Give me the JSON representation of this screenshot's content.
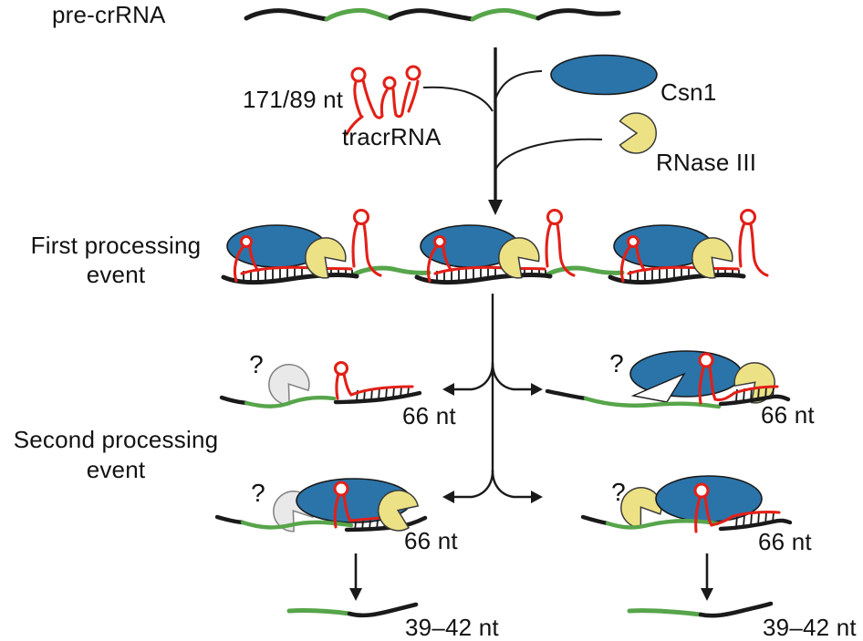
{
  "colors": {
    "blue": "#2b74a9",
    "yellow": "#ece285",
    "gray": "#e9e9e9",
    "green": "#57a54a",
    "red": "#e22018",
    "line": "#1a1a1a"
  },
  "labels": {
    "pre_crrna": "pre-crRNA",
    "tracr_size": "171/89 nt",
    "tracr_name": "tracrRNA",
    "csn1": "Csn1",
    "rnase_iii": "RNase III",
    "first_event_line1": "First processing",
    "first_event_line2": "event",
    "second_event_line1": "Second processing",
    "second_event_line2": "event",
    "question_mark": "?",
    "intermediate_size": "66 nt",
    "product_size": "39–42 nt"
  }
}
